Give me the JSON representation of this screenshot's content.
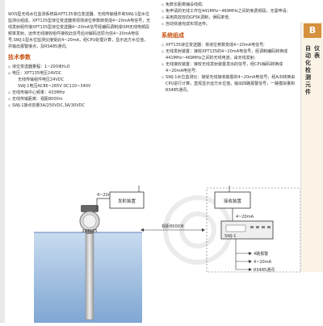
{
  "intro": "WXS型无线水位监测系统由XPT135液位变送器、无线传输组件和SWJ-1型水位监测仪组成。XPT135型液位变送器将现场液位参数转变成4~20mA电信号，无线发射组件接XPT135型液位变送器4~20mA信号经编码调制成ISM无线电频段频率发射，远传无线接收组件接收此信号后对解码还原为信4~20mA电信号,SWJ-1型水位监测仪接受此4~20mA，经CPU处理计算，显示远方水位值，并输出报警接点，及RS485通讯。",
  "tech": {
    "heading": "技术参数",
    "items": [
      {
        "text": "液位变送器量程：1~200米H₂O",
        "indent": false
      },
      {
        "text": "电压：XPT135电压24VDC",
        "indent": false
      },
      {
        "text": "无线传输组件电压24VDC",
        "indent": true
      },
      {
        "text": "SWJ-1电压AC86~265V DC110~340V",
        "indent": true
      },
      {
        "text": "无线传输中心频率：433MHz",
        "indent": false
      },
      {
        "text": "无线传输距离：视距8000m",
        "indent": false
      },
      {
        "text": "SWJ-1接点容量3A/250VDC,3A/30VDC",
        "indent": false
      }
    ]
  },
  "features": [
    "免数长距离铺设线缆;",
    "免申请的无线工作在441MHz~469MHz之间的免费频段，无需申请;",
    "采用高效双向GFSK调制，误码率低;",
    "自动快速完成实现远传。"
  ],
  "system": {
    "heading": "系统组成",
    "items": [
      "XPT135液位变送器：将液位参数变成4~20mA电信号;",
      "无线发射装置：接收XPT135的4~20mA电信号，经调制编码转换成441MHz~469MHz之间的无线电波，由天线发射;",
      "无线接收装置：接收无线发射装置发出的信号，经CPU解码转换成4~20mA电信号;",
      "SWJ-1水位监测仪：接受无线接收装置的4~20mA电信号，经A/D转换由CPU进行计算，直观显示远方水位值，输出四路报警信号，一路模拟量和RS485通讯。"
    ]
  },
  "sidebar": {
    "tab": "B",
    "line1": "自动化检测元件",
    "line2": "仪表"
  },
  "diagram": {
    "label_4_20_left": "4~20mA",
    "transmitter": "发射装置",
    "receiver": "接收装置",
    "label_4_20_right": "4~20mA",
    "distance": "视距8000米",
    "sensor": "XPT135",
    "monitor": "SWJ-1",
    "out_alarm": "4路报警",
    "out_analog": "4~20mA",
    "out_rs485": "RS485通讯"
  }
}
